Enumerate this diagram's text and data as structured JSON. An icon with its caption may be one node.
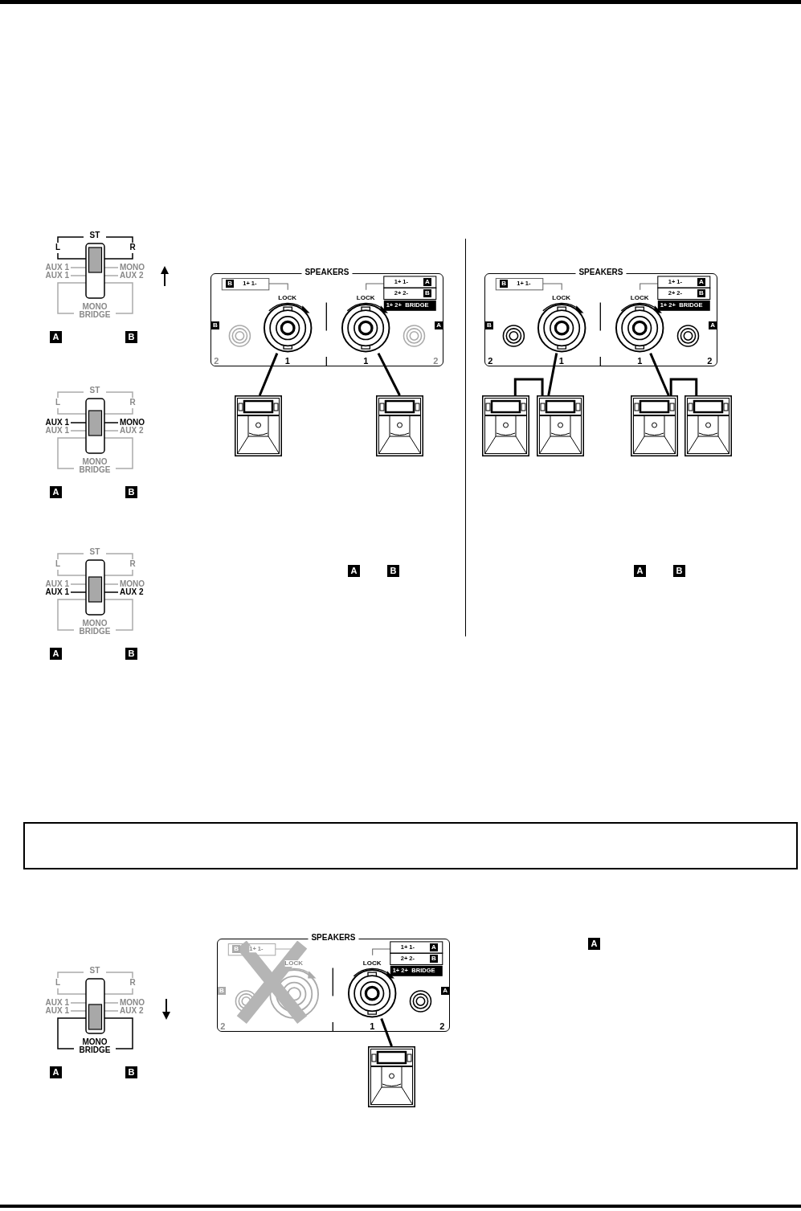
{
  "diagram": {
    "nodes": [
      {
        "text": [
          "SPEAKERS"
        ]
      },
      {
        "text": [],
        "shape": "circle",
        "in": 0
      },
      {
        "text": [],
        "shape": "circle",
        "in": 0
      },
      {
        "text": [],
        "shape": "speaker"
      },
      {
        "text": [],
        "shape": "speaker"
      },
      {
        "text": [
          "SPEAKERS"
        ]
      },
      {
        "text": [],
        "shape": "circle",
        "in": 5
      },
      {
        "text": [],
        "shape": "circle",
        "in": 5
      },
      {
        "text": [],
        "shape": "speaker"
      },
      {
        "text": [],
        "shape": "speaker"
      },
      {
        "text": [],
        "shape": "speaker"
      },
      {
        "text": [],
        "shape": "speaker"
      },
      {
        "text": [
          "SPEAKERS"
        ]
      },
      {
        "text": [],
        "shape": "circle",
        "in": 12
      },
      {
        "text": [],
        "shape": "speaker"
      }
    ],
    "edges": [
      {
        "from": 1,
        "to": 3,
        "arrow": "none"
      },
      {
        "from": 2,
        "to": 4,
        "arrow": "none"
      },
      {
        "from": 6,
        "to": 9,
        "arrow": "none"
      },
      {
        "from": 8,
        "to": 9,
        "arrow": "none"
      },
      {
        "from": 7,
        "to": 10,
        "arrow": "none"
      },
      {
        "from": 10,
        "to": 11,
        "arrow": "none"
      },
      {
        "from": 13,
        "to": 14,
        "arrow": "none"
      }
    ],
    "labels": [
      "ST",
      "L",
      "R",
      "AUX 1",
      "MONO",
      "AUX 1",
      "AUX 2",
      "MONO BRIDGE",
      "A",
      "B",
      "B",
      "1+ 1-",
      "LOCK",
      "LOCK",
      "1+ 1-",
      "A",
      "2+ 2-",
      "B",
      "1+ 2+",
      "BRIDGE",
      "B",
      "A",
      "2",
      "1",
      "1",
      "2",
      "B",
      "1+ 1-",
      "LOCK",
      "LOCK",
      "1+ 1-",
      "A",
      "2+ 2-",
      "B",
      "1+ 2+",
      "BRIDGE",
      "B",
      "A",
      "2",
      "1",
      "1",
      "2",
      "ST",
      "L",
      "R",
      "AUX 1",
      "MONO",
      "AUX 1",
      "AUX 2",
      "MONO BRIDGE",
      "A",
      "B",
      "ST",
      "L",
      "R",
      "AUX 1",
      "MONO",
      "AUX 1",
      "AUX 2",
      "MONO BRIDGE",
      "A",
      "B",
      "A",
      "B",
      "A",
      "B",
      "ST",
      "L",
      "R",
      "AUX 1",
      "MONO",
      "AUX 1",
      "AUX 2",
      "MONO BRIDGE",
      "A",
      "B",
      "B",
      "1+ 1-",
      "LOCK",
      "LOCK",
      "1+ 1-",
      "A",
      "2+ 2-",
      "B",
      "1+ 2+",
      "BRIDGE",
      "B",
      "A",
      "2",
      "1",
      "2",
      "A"
    ]
  }
}
